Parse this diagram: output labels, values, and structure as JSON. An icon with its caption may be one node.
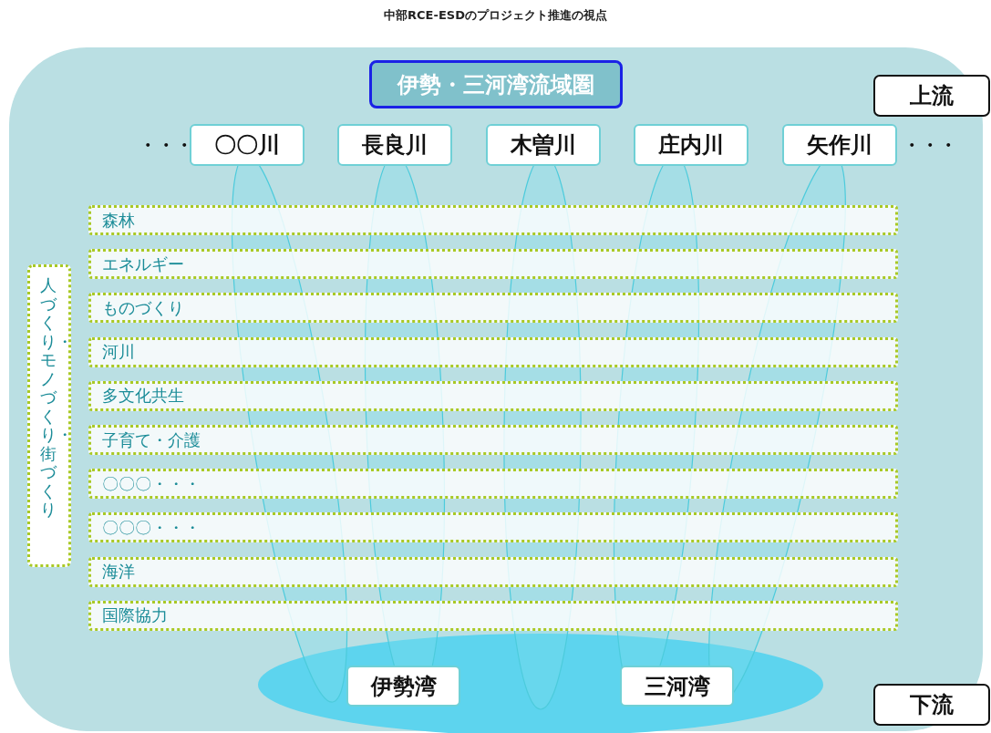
{
  "diagram": {
    "title": "中部RCE-ESDのプロジェクト推進の視点",
    "nodes": [
      {
        "text": [
          "伊勢・三河湾流域圏"
        ]
      },
      {
        "text": [
          "上流"
        ]
      },
      {
        "text": [
          "〇〇川"
        ]
      },
      {
        "text": [
          "長良川"
        ]
      },
      {
        "text": [
          "木曽川"
        ]
      },
      {
        "text": [
          "庄内川"
        ]
      },
      {
        "text": [
          "矢作川"
        ]
      },
      {
        "text": [
          "森林"
        ]
      },
      {
        "text": [
          "エネルギー"
        ]
      },
      {
        "text": [
          "ものづくり"
        ]
      },
      {
        "text": [
          "河川"
        ]
      },
      {
        "text": [
          "多文化共生"
        ]
      },
      {
        "text": [
          "子育て・介護"
        ]
      },
      {
        "text": [
          "〇〇〇・・・"
        ]
      },
      {
        "text": [
          "〇〇〇・・・"
        ]
      },
      {
        "text": [
          "海洋"
        ]
      },
      {
        "text": [
          "国際協力"
        ]
      },
      {
        "text": [
          "人づくり・モノづくり・街づくり"
        ]
      },
      {
        "text": [],
        "shape": "ellipse"
      },
      {
        "text": [
          "伊勢湾"
        ],
        "in": 18
      },
      {
        "text": [
          "三河湾"
        ],
        "in": 18
      },
      {
        "text": [
          "下流"
        ]
      }
    ],
    "labels": [
      "・・・",
      "・・・"
    ]
  }
}
